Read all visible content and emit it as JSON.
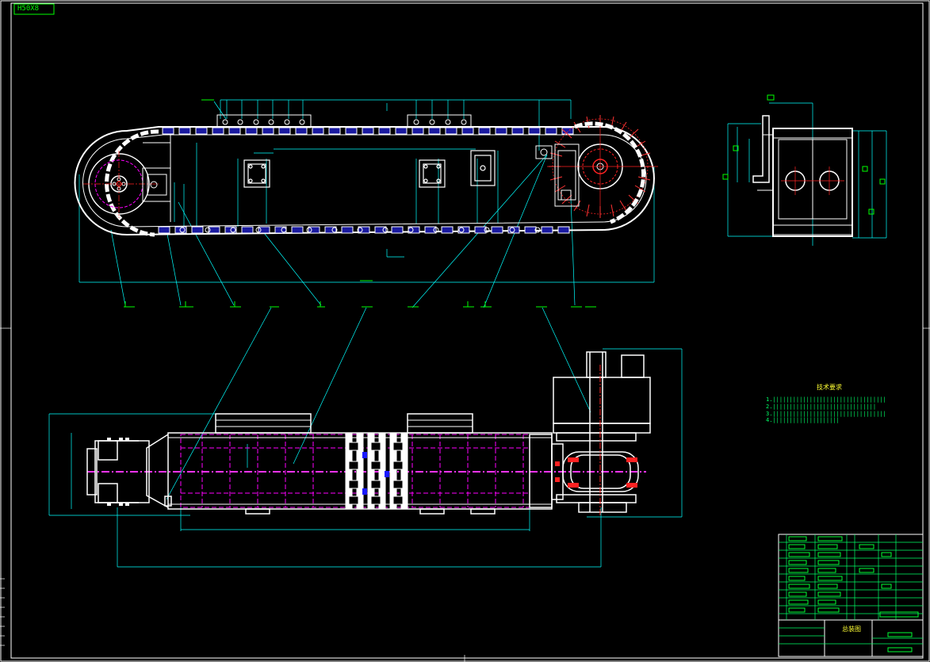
{
  "drawing": {
    "sheet_tag": "H50X8",
    "notes_title": "技术要求",
    "notes_lines": [
      "1.||||||||||||||||||||||||||||||||||",
      "2.|||||||||||||||||||||||||||||||",
      "3.||||||||||||||||||||||||||||||||||",
      "4.||||||||||||||||||||"
    ],
    "title_block_name": "总装图",
    "colors": {
      "background": "#000000",
      "outline": "#ffffff",
      "dimension": "#00ffff",
      "text": "#00ff00",
      "center_line": "#ff2222",
      "hidden_line": "#ff00ff",
      "frame": "#ffffff",
      "yellow": "#ffff00",
      "blue": "#3333ff"
    }
  }
}
